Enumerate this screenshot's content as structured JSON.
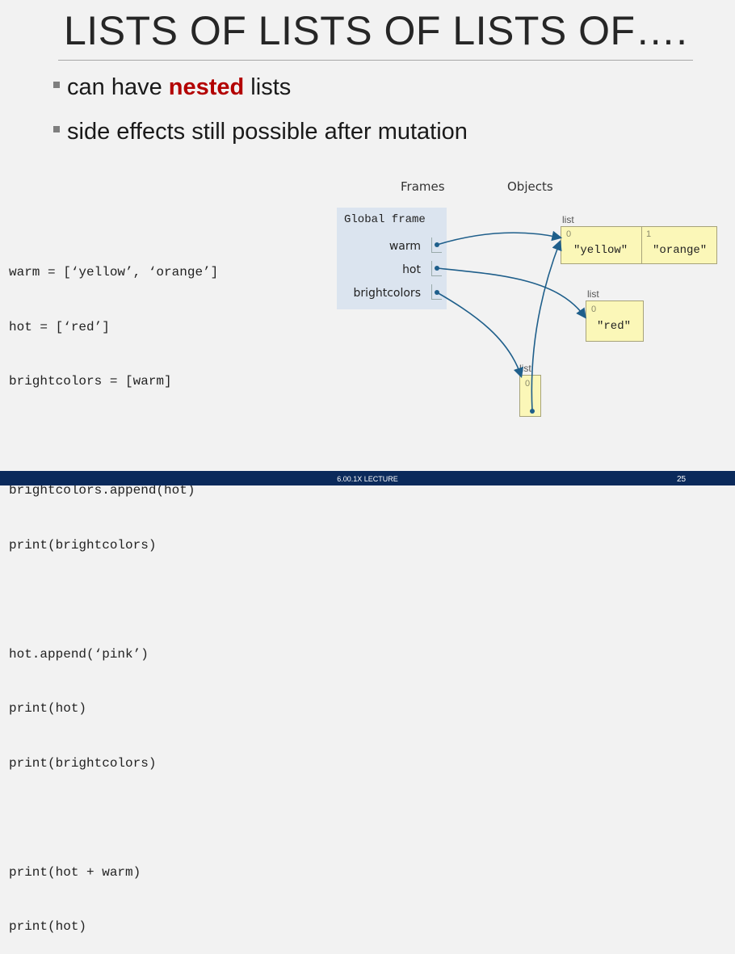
{
  "slide": {
    "title": "LISTS OF LISTS OF LISTS OF….",
    "bullets": [
      {
        "pre": "can have ",
        "highlight": "nested",
        "post": " lists"
      },
      {
        "text": "side effects still possible after mutation"
      }
    ],
    "code_lines": [
      "warm = [‘yellow’, ‘orange’]",
      "hot = [‘red’]",
      "brightcolors = [warm]",
      "",
      "brightcolors.append(hot)",
      "print(brightcolors)",
      "",
      "hot.append(‘pink’)",
      "print(hot)",
      "print(brightcolors)",
      "",
      "print(hot + warm)",
      "print(hot)"
    ]
  },
  "diagram": {
    "frames_header": "Frames",
    "objects_header": "Objects",
    "global_frame": "Global frame",
    "vars": [
      "warm",
      "hot",
      "brightcolors"
    ],
    "list_label": "list",
    "list_warm": {
      "indices": [
        "0",
        "1"
      ],
      "values": [
        "\"yellow\"",
        "\"orange\""
      ]
    },
    "list_hot": {
      "indices": [
        "0"
      ],
      "values": [
        "\"red\""
      ]
    },
    "list_bright": {
      "indices": [
        "0"
      ]
    }
  },
  "footer": {
    "course": "6.00.1X LECTURE",
    "page": "25"
  },
  "colors": {
    "highlight": "#b30000",
    "footer_bg": "#0b2a5b",
    "frame_bg": "#dbe4ef",
    "object_bg": "#fbf7b8",
    "arrow": "#1f5f8b"
  }
}
